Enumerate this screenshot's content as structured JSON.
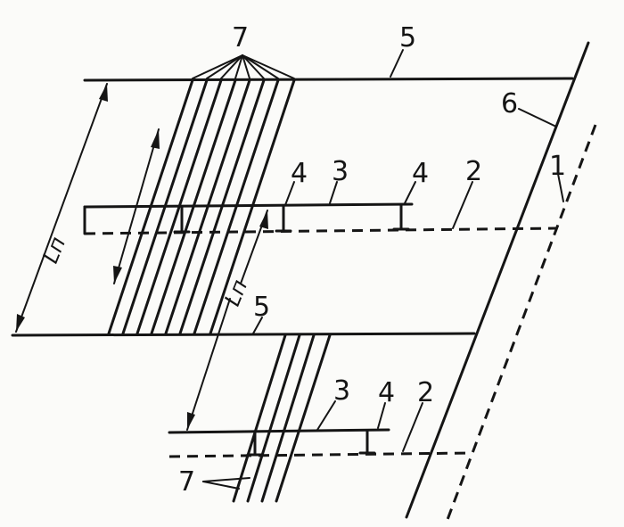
{
  "labels": {
    "seven_top": "7",
    "five_top": "5",
    "six": "6",
    "four_a": "4",
    "three_top": "3",
    "four_b": "4",
    "two_top": "2",
    "one": "1",
    "ln_left": "Lп",
    "ln_mid": "Lп",
    "five_mid": "5",
    "three_bottom": "3",
    "four_bottom": "4",
    "two_bottom": "2",
    "seven_bottom": "7"
  }
}
